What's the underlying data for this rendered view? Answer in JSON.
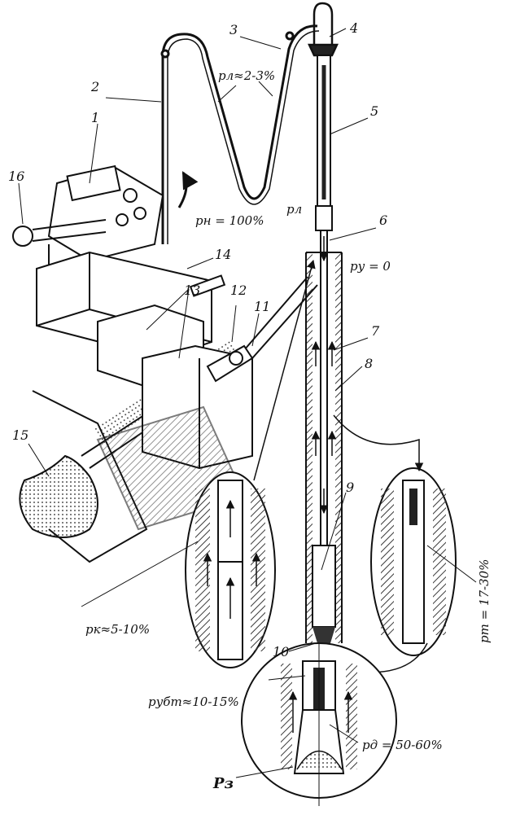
{
  "colors": {
    "ink": "#111111",
    "paper": "#ffffff",
    "hatch": "#3a3a3a"
  },
  "diagram": {
    "callouts": [
      {
        "id": "c1",
        "text": "1"
      },
      {
        "id": "c2",
        "text": "2"
      },
      {
        "id": "c3",
        "text": "3"
      },
      {
        "id": "c4",
        "text": "4"
      },
      {
        "id": "c5",
        "text": "5"
      },
      {
        "id": "c6",
        "text": "6"
      },
      {
        "id": "c7",
        "text": "7"
      },
      {
        "id": "c8",
        "text": "8"
      },
      {
        "id": "c9",
        "text": "9"
      },
      {
        "id": "c10",
        "text": "10"
      },
      {
        "id": "c11",
        "text": "11"
      },
      {
        "id": "c12",
        "text": "12"
      },
      {
        "id": "c13",
        "text": "13"
      },
      {
        "id": "c14",
        "text": "14"
      },
      {
        "id": "c15",
        "text": "15"
      },
      {
        "id": "c16",
        "text": "16"
      }
    ],
    "pressure_labels": {
      "p_l_percent": "pл≈2-3%",
      "p_l": "pл",
      "p_n": "pн = 100%",
      "p_u": "pу = 0",
      "p_k": "pк≈5-10%",
      "p_ubt": "pубт≈10-15%",
      "p_d": "pд = 50-60%",
      "p_t": "pт = 17-30%",
      "p_z": "Pз"
    }
  }
}
